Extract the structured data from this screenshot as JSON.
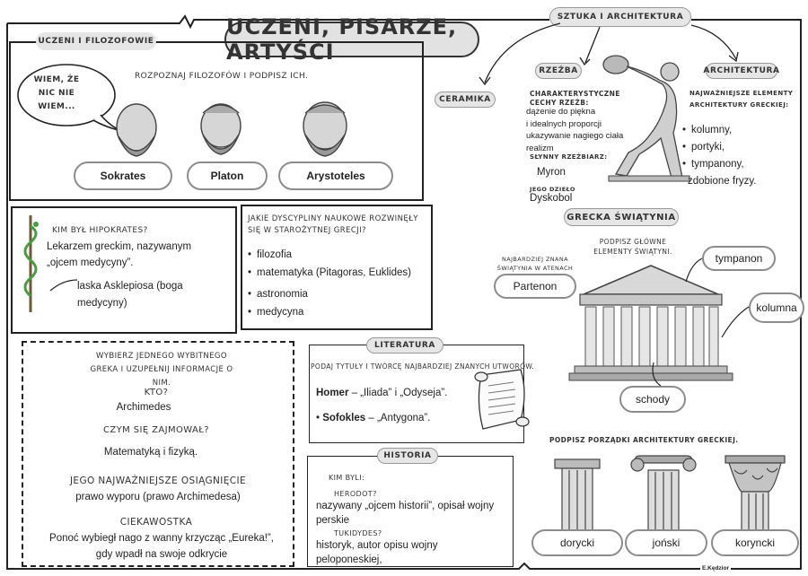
{
  "page_title": "Uczeni, pisarze, artyści",
  "author": "E.Kędzior",
  "philosophers": {
    "section_label": "Uczeni i filozofowie",
    "instruction": "Rozpoznaj filozofów i podpisz ich.",
    "speech": "Wiem, że nic nie wiem...",
    "names": [
      "Sokrates",
      "Platon",
      "Arystoteles"
    ]
  },
  "hippocrates": {
    "question": "Kim był Hipokrates?",
    "answer": "Lekarzem greckim, nazywanym „ojcem medycyny”.",
    "caption": "laska Asklepiosa (boga medycyny)"
  },
  "disciplines": {
    "question": "Jakie dyscypliny naukowe rozwinęły się w starożytnej Grecji?",
    "items": [
      "filozofia",
      "matematyka (Pitagoras, Euklides)",
      "astronomia",
      "medycyna"
    ]
  },
  "greek_person": {
    "instruction": "Wybierz jednego wybitnego Greka i uzupełnij informacje o nim.",
    "who_label": "Kto?",
    "who": "Archimedes",
    "occupation_label": "Czym się zajmował?",
    "occupation": "Matematyką i fizyką.",
    "achievement_label": "Jego najważniejsze osiągnięcie",
    "achievement": "prawo wyporu (prawo Archimedesa)",
    "trivia_label": "Ciekawostka",
    "trivia": "Ponoć wybiegł nago z wanny krzycząc „Eureka!”, gdy wpadł na swoje odkrycie"
  },
  "literature": {
    "label": "Literatura",
    "instruction": "Podaj tytuły i twórcę najbardziej znanych utworów.",
    "works": [
      {
        "author": "Homer",
        "titles": " – „Iliada” i „Odyseja”."
      },
      {
        "author": "Sofokles",
        "titles": " – „Antygona”."
      }
    ]
  },
  "history": {
    "label": "Historia",
    "question": "Kim byli:",
    "people": [
      {
        "name": "Herodot?",
        "desc": "nazywany „ojcem historii”, opisał wojny perskie"
      },
      {
        "name": "Tukidydes?",
        "desc": "historyk, autor opisu wojny peloponeskiej,"
      }
    ]
  },
  "art": {
    "label": "Sztuka i architektura",
    "ceramics": "Ceramika",
    "sculpture": {
      "label": "Rzeźba",
      "features_label": "Charakterystyczne cechy rzeźb:",
      "features": [
        "dążenie do piękna",
        "i idealnych proporcji",
        "ukazywanie nagiego ciała",
        "realizm"
      ],
      "sculptor_label": "Słynny rzeźbiarz:",
      "sculptor": "Myron",
      "work_label": "Jego dzieło",
      "work": "Dyskobol"
    },
    "architecture": {
      "label": "Architektura",
      "subtitle": "Najważniejsze elementy architektury greckiej:",
      "items": [
        "kolumny,",
        "portyki,",
        "tympanony,",
        "zdobione fryzy."
      ]
    }
  },
  "temple": {
    "label": "Grecka świątynia",
    "instruction": "Podpisz główne elementy świątyni.",
    "famous_label": "Najbardziej znana świątynia w Atenach",
    "famous": "Partenon",
    "parts": [
      "tympanon",
      "kolumna",
      "schody"
    ]
  },
  "orders": {
    "instruction": "Podpisz porządki architektury greckiej.",
    "names": [
      "dorycki",
      "joński",
      "koryncki"
    ]
  }
}
